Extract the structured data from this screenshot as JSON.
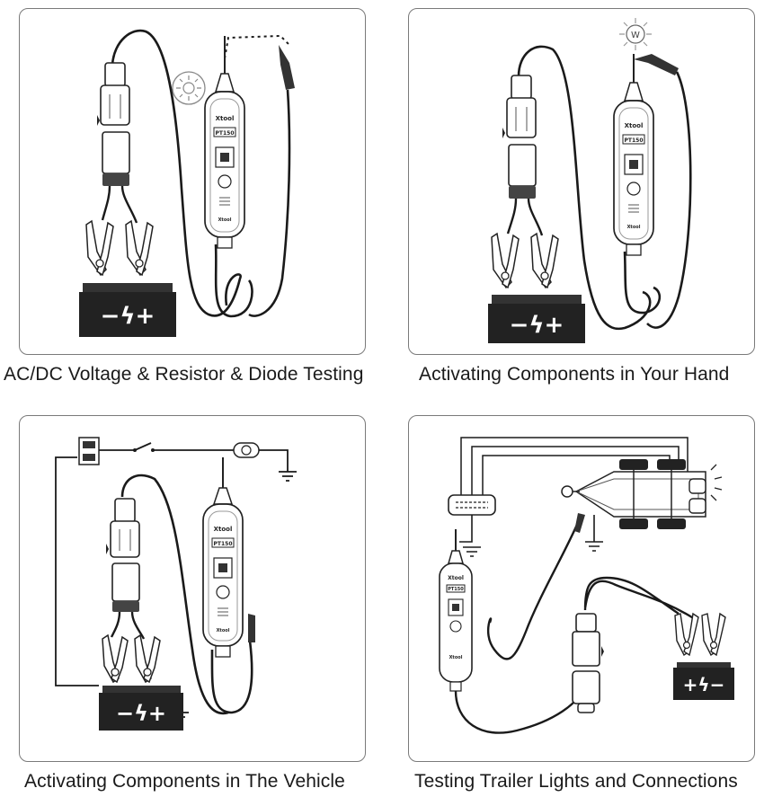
{
  "panels": [
    {
      "caption": "AC/DC Voltage & Resistor & Diode Testing",
      "battery_symbols": "−ϟ+",
      "brand": "Xtool",
      "model": "PT150"
    },
    {
      "caption": "Activating Components in Your Hand",
      "battery_symbols": "−ϟ+",
      "brand": "Xtool",
      "model": "PT150",
      "bulb_letter": "W"
    },
    {
      "caption": "Activating Components in The Vehicle",
      "battery_symbols": "−ϟ+",
      "brand": "Xtool",
      "model": "PT150"
    },
    {
      "caption": "Testing Trailer Lights and Connections",
      "battery_symbols": "+ϟ−",
      "brand": "Xtool",
      "model": "PT150"
    }
  ],
  "colors": {
    "ink": "#1a1a1a",
    "battery": "#222222",
    "panel_border": "#7a7a7a"
  }
}
